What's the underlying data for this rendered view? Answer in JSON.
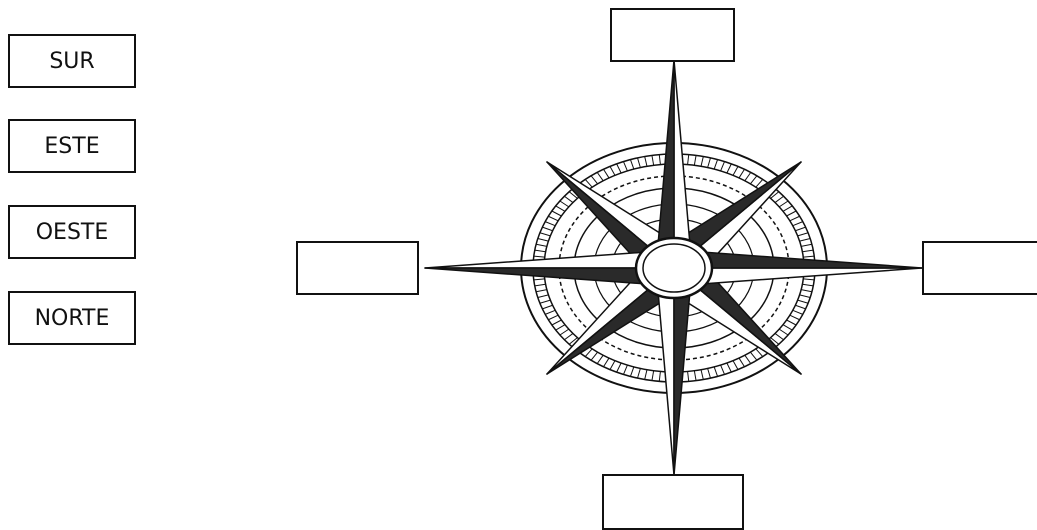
{
  "word_bank": [
    {
      "id": "sur",
      "label": "SUR"
    },
    {
      "id": "este",
      "label": "ESTE"
    },
    {
      "id": "oeste",
      "label": "OESTE"
    },
    {
      "id": "norte",
      "label": "NORTE"
    }
  ],
  "drop_boxes": [
    {
      "id": "north",
      "value": ""
    },
    {
      "id": "west",
      "value": ""
    },
    {
      "id": "east",
      "value": ""
    },
    {
      "id": "south",
      "value": ""
    }
  ],
  "colors": {
    "ink": "#111111",
    "paper": "#ffffff",
    "shade": "#2a2a2a"
  }
}
